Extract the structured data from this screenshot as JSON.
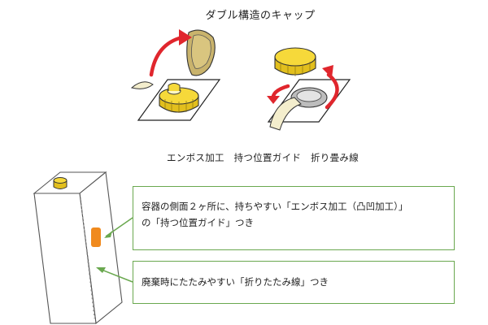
{
  "header": {
    "title": "ダブル構造のキャップ"
  },
  "features": {
    "labels": "エンボス加工　持つ位置ガイド　折り畳み線"
  },
  "callouts": [
    {
      "line1": "容器の側面２ヶ所に、持ちやすい「エンボス加工（凸凹加工）」",
      "line2": "の「持つ位置ガイド」つき"
    },
    {
      "line1": "廃棄時にたたみやすい「折りたたみ線」つき"
    }
  ],
  "colors": {
    "cap_yellow": "#f6d93a",
    "cap_shadow": "#e2bf1d",
    "hinge_brown": "#c9b36c",
    "arrow_red": "#e0262d",
    "callout_border": "#6aa84f",
    "grip_orange": "#f08a1e",
    "liquid": "#f4eecd"
  }
}
